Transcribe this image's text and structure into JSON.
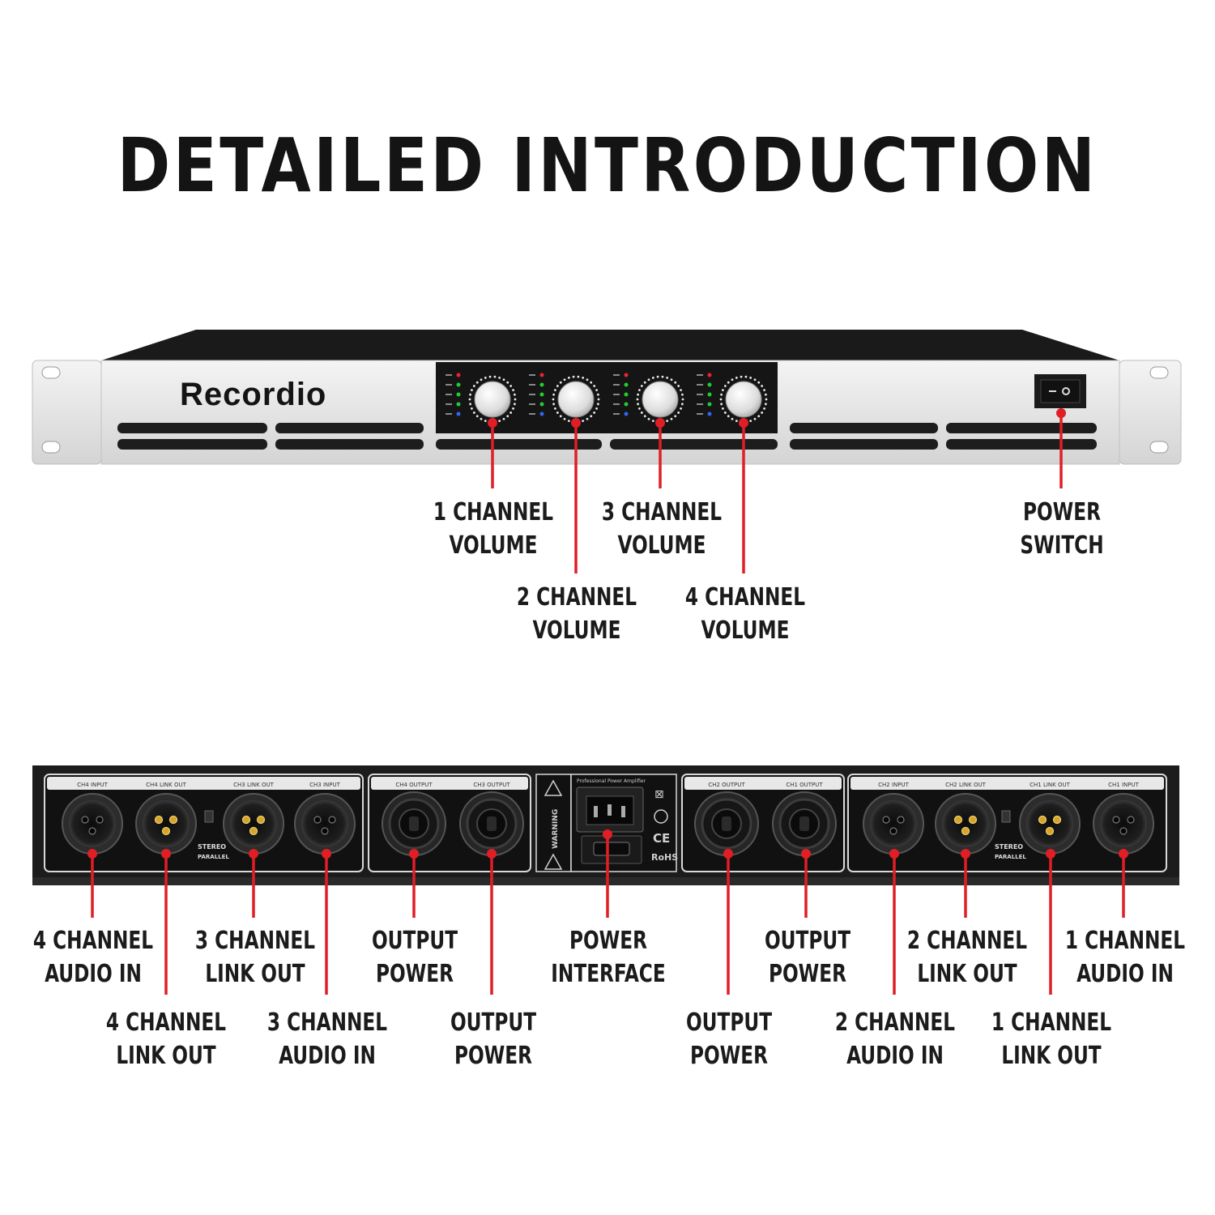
{
  "title": "DETAILED INTRODUCTION",
  "brand": "Recordio",
  "front_labels": [
    {
      "line1": "1 CHANNEL",
      "line2": "VOLUME"
    },
    {
      "line1": "2 CHANNEL",
      "line2": "VOLUME"
    },
    {
      "line1": "3 CHANNEL",
      "line2": "VOLUME"
    },
    {
      "line1": "4 CHANNEL",
      "line2": "VOLUME"
    },
    {
      "line1": "POWER",
      "line2": "SWITCH"
    }
  ],
  "rear_labels": [
    {
      "line1": "4 CHANNEL",
      "line2": "AUDIO IN"
    },
    {
      "line1": "4 CHANNEL",
      "line2": "LINK OUT"
    },
    {
      "line1": "3 CHANNEL",
      "line2": "LINK OUT"
    },
    {
      "line1": "3 CHANNEL",
      "line2": "AUDIO IN"
    },
    {
      "line1": "OUTPUT",
      "line2": "POWER"
    },
    {
      "line1": "OUTPUT",
      "line2": "POWER"
    },
    {
      "line1": "POWER",
      "line2": "INTERFACE"
    },
    {
      "line1": "OUTPUT",
      "line2": "POWER"
    },
    {
      "line1": "OUTPUT",
      "line2": "POWER"
    },
    {
      "line1": "2 CHANNEL",
      "line2": "AUDIO IN"
    },
    {
      "line1": "2 CHANNEL",
      "line2": "LINK OUT"
    },
    {
      "line1": "1 CHANNEL",
      "line2": "LINK OUT"
    },
    {
      "line1": "1 CHANNEL",
      "line2": "AUDIO IN"
    }
  ],
  "rear_panel_text": {
    "ch4_input": "CH4 INPUT",
    "ch4_link": "CH4 LINK OUT",
    "ch3_link": "CH3 LINK OUT",
    "ch3_input": "CH3 INPUT",
    "ch4_output": "CH4 OUTPUT",
    "ch3_output": "CH3 OUTPUT",
    "ch2_output": "CH2 OUTPUT",
    "ch1_output": "CH1 OUTPUT",
    "ch2_input": "CH2 INPUT",
    "ch2_link": "CH2 LINK OUT",
    "ch1_link": "CH1 LINK OUT",
    "ch1_input": "CH1 INPUT",
    "stereo": "STEREO",
    "parallel": "PARALLEL",
    "warning": "WARNING",
    "amp_label": "Professional Power Amplifier",
    "rohs": "RoHS",
    "ce": "CE"
  },
  "colors": {
    "accent": "#e01e25",
    "chassis_dark": "#1c1c1c",
    "panel_silver": "#e9e9e9"
  }
}
